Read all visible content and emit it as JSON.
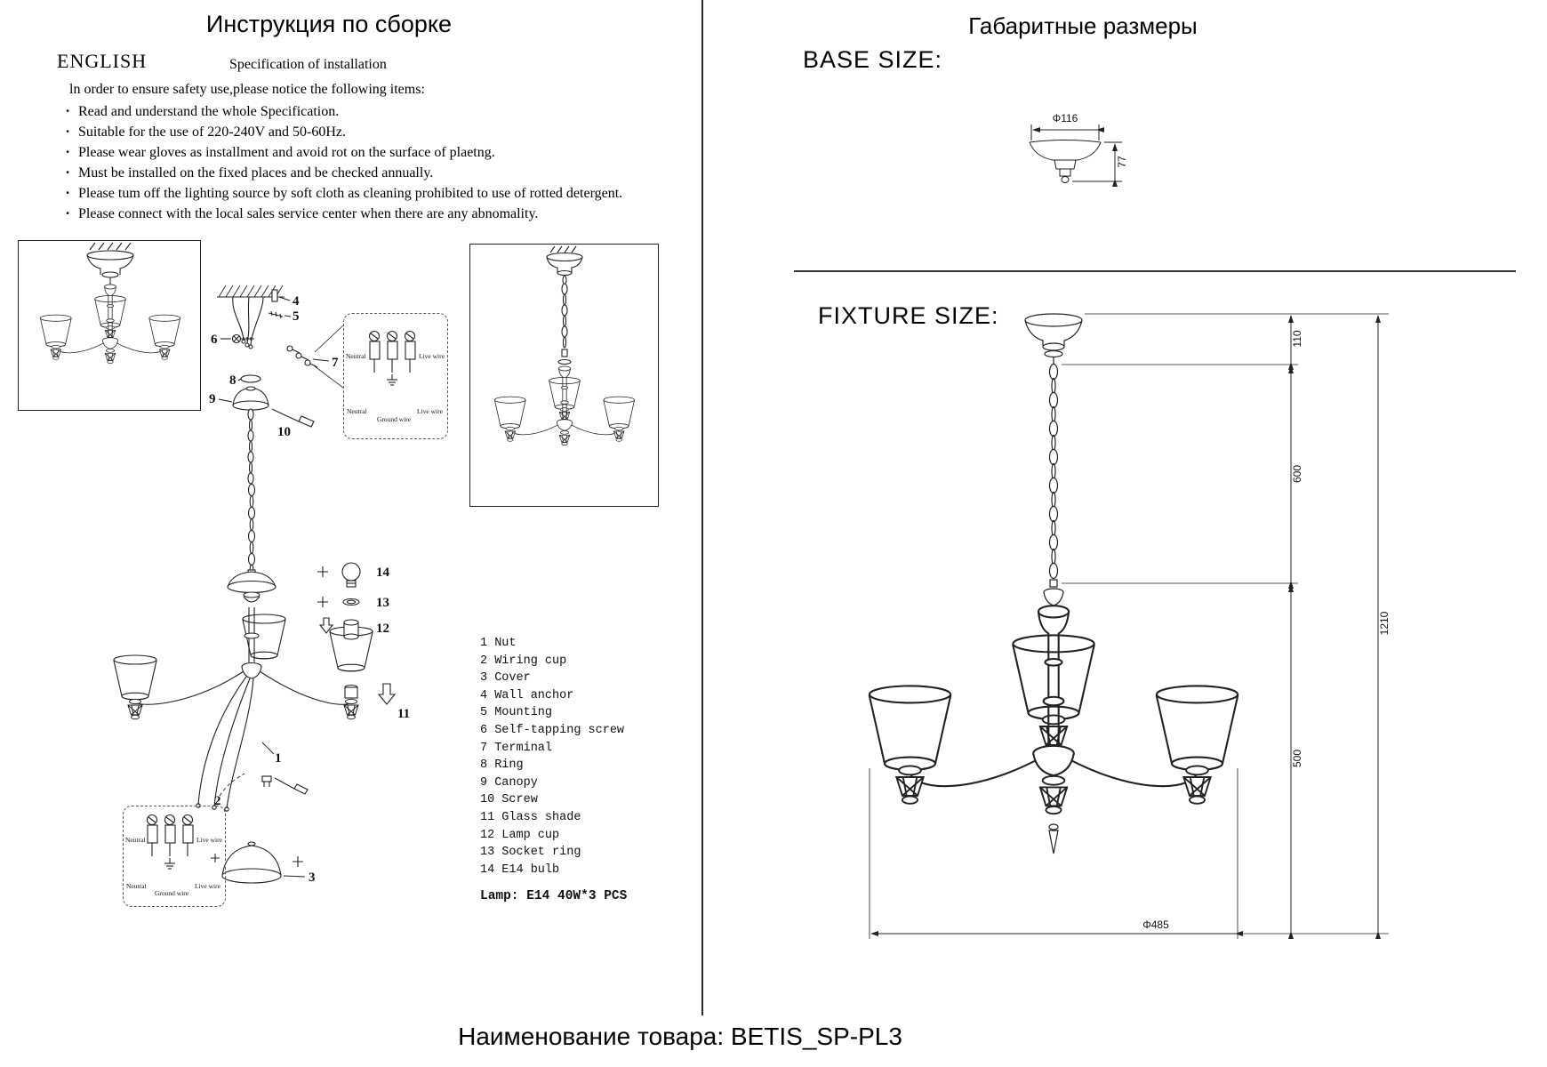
{
  "left": {
    "title": "Инструкция по сборке",
    "language": "ENGLISH",
    "spec_title": "Specification of installation",
    "intro": "ln order to ensure safety use,please notice the following items:",
    "bullets": [
      "Read and understand the whole Specification.",
      "Suitable for the use of 220-240V and 50-60Hz.",
      "Please wear gloves as installment and avoid rot on the surface of plaetng.",
      "Must be installed on the fixed places and be checked annually.",
      "Please tum off the lighting source by soft cloth as cleaning prohibited to use of rotted detergent.",
      "Please connect with the local sales service center when there are any abnomality."
    ],
    "wiring": [
      "Neutral",
      "Ground wire",
      "Live wire"
    ],
    "callouts": [
      "1",
      "2",
      "3",
      "4",
      "5",
      "6",
      "7",
      "8",
      "9",
      "10",
      "11",
      "12",
      "13",
      "14"
    ],
    "parts": [
      "1 Nut",
      "2 Wiring cup",
      "3 Cover",
      "4 Wall anchor",
      "5 Mounting",
      "6  Self-tapping screw",
      "7 Terminal",
      "8 Ring",
      "9 Canopy",
      "10 Screw",
      "11 Glass shade",
      "12 Lamp cup",
      "13 Socket ring",
      "14 E14 bulb"
    ],
    "lamp_spec": "Lamp: E14 40W*3 PCS"
  },
  "right": {
    "title": "Габаритные размеры",
    "base_label": "BASE SIZE:",
    "fixture_label": "FIXTURE SIZE:",
    "dims": {
      "base_diameter": "Φ116",
      "base_height": "77",
      "canopy_height": "110",
      "chain_length": "600",
      "body_height": "500",
      "total_height": "1210",
      "fixture_diameter": "Φ485"
    }
  },
  "footer": "Наименование товара: BETIS_SP-PL3"
}
